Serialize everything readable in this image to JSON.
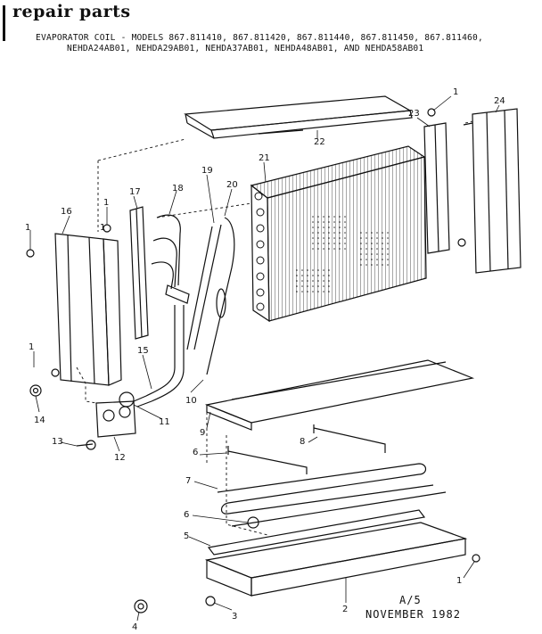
{
  "header": {
    "title": "repair  parts",
    "subtitle_line1": "EVAPORATOR COIL - MODELS 867.811410, 867.811420, 867.811440, 867.811450, 867.811460,",
    "subtitle_line2": "NEHDA24AB01, NEHDA29AB01, NEHDA37AB01, NEHDA48AB01, AND NEHDA58AB01"
  },
  "callouts": [
    "1",
    "24",
    "23",
    "22",
    "21",
    "20",
    "19",
    "18",
    "17",
    "16",
    "1",
    "1",
    "1",
    "15",
    "14",
    "11",
    "10",
    "9",
    "8",
    "6",
    "13",
    "12",
    "7",
    "6",
    "5",
    "1",
    "2",
    "4",
    "3",
    "1"
  ],
  "footer": {
    "code": "A/5",
    "date": "NOVEMBER 1982"
  }
}
